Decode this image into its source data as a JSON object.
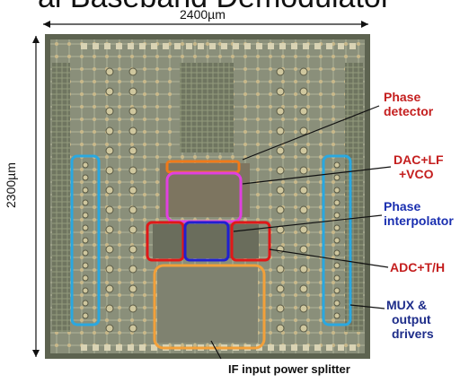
{
  "title": "al Baseband Demodulator",
  "dimensions": {
    "width_label": "2400µm",
    "height_label": "2300µm"
  },
  "annotations": {
    "phase_detector": [
      "Phase",
      "detector"
    ],
    "dac_lf_vco": [
      "DAC+LF",
      "+VCO"
    ],
    "phase_interpolator": [
      "Phase",
      "interpolator"
    ],
    "adc_th": "ADC+T/H",
    "mux_output": [
      "MUX &",
      "output",
      "drivers"
    ],
    "if_splitter": "IF input power splitter"
  },
  "colors": {
    "phase_detector_box": "#f07a1a",
    "dac_box": "#e040e0",
    "interp_box": "#2020d0",
    "adc_box": "#e01818",
    "mux_box": "#2aa8e0",
    "splitter_box": "#f2a03a",
    "label_red": "#c41e1e",
    "label_blue": "#1a2fb0"
  }
}
